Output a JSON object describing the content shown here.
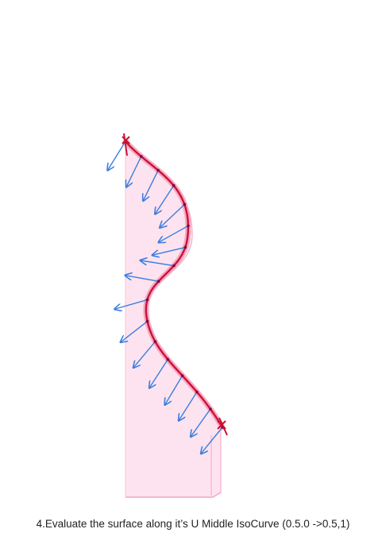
{
  "caption": "4.Evaluate the surface along it’s U Middle IsoCurve (0.5.0 ->0.5,1)",
  "colors": {
    "surface_fill": "#fde3ef",
    "surface_edge": "#f2a6c6",
    "curve": "#cc1133",
    "curve_highlight": "#ff6688",
    "point": "#7a0a3a",
    "arrow_blue": "#3b7de0",
    "end_cross": "#cc1133"
  },
  "diagram": {
    "sample_points": 17,
    "parameter_start": "0.5,0",
    "parameter_end": "0.5,1"
  }
}
